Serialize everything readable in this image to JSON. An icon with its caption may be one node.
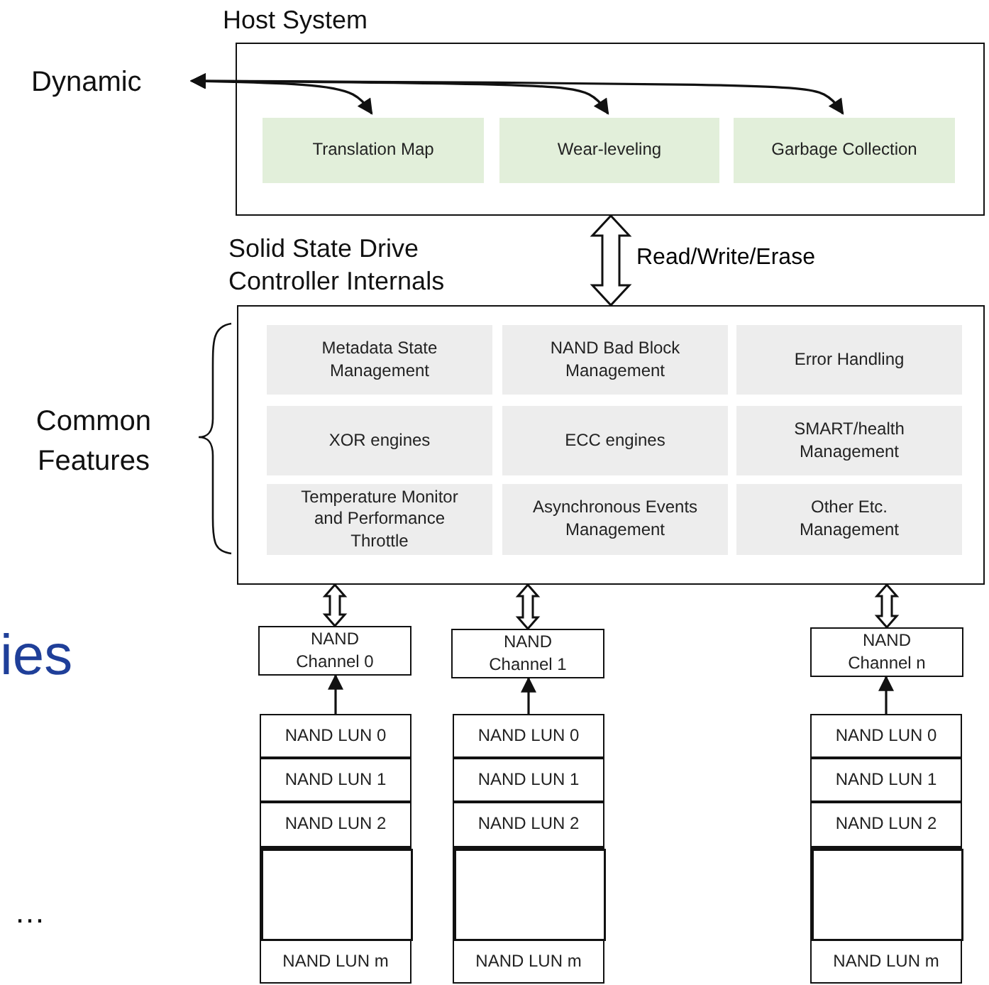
{
  "diagram": {
    "nodes": [
      {
        "text": [
          "Dynamic"
        ]
      },
      {
        "text": [
          "Host System"
        ]
      },
      {
        "text": [
          "Translation Map"
        ],
        "in": 1
      },
      {
        "text": [
          "Wear-leveling"
        ],
        "in": 1
      },
      {
        "text": [
          "Garbage Collection"
        ],
        "in": 1
      },
      {
        "text": [
          "Solid State Drive Controller Internals"
        ]
      },
      {
        "text": [
          "Metadata State Management"
        ],
        "in": 5
      },
      {
        "text": [
          "NAND Bad Block Management"
        ],
        "in": 5
      },
      {
        "text": [
          "Error Handling"
        ],
        "in": 5
      },
      {
        "text": [
          "XOR engines"
        ],
        "in": 5
      },
      {
        "text": [
          "ECC engines"
        ],
        "in": 5
      },
      {
        "text": [
          "SMART/health Management"
        ],
        "in": 5
      },
      {
        "text": [
          "Temperature Monitor and Performance Throttle"
        ],
        "in": 5
      },
      {
        "text": [
          "Asynchronous Events Management"
        ],
        "in": 5
      },
      {
        "text": [
          "Other Etc. Management"
        ],
        "in": 5
      },
      {
        "text": [
          "NAND Channel 0"
        ]
      },
      {
        "text": [
          "NAND Channel 1"
        ]
      },
      {
        "text": [
          "NAND Channel n"
        ]
      },
      {
        "text": [
          "NAND LUN 0"
        ]
      },
      {
        "text": [
          "NAND LUN 1"
        ]
      },
      {
        "text": [
          "NAND LUN 2"
        ]
      },
      {
        "text": [],
        "shape": "box"
      },
      {
        "text": [
          "NAND LUN m"
        ]
      },
      {
        "text": [
          "NAND LUN 0"
        ]
      },
      {
        "text": [
          "NAND LUN 1"
        ]
      },
      {
        "text": [
          "NAND LUN 2"
        ]
      },
      {
        "text": [],
        "shape": "box"
      },
      {
        "text": [
          "NAND LUN m"
        ]
      },
      {
        "text": [
          "NAND LUN 0"
        ]
      },
      {
        "text": [
          "NAND LUN 1"
        ]
      },
      {
        "text": [
          "NAND LUN 2"
        ]
      },
      {
        "text": [],
        "shape": "box"
      },
      {
        "text": [
          "NAND LUN m"
        ]
      }
    ],
    "edges": [
      {
        "from": 0,
        "to": 2,
        "arrow": "both"
      },
      {
        "from": 0,
        "to": 3,
        "arrow": "both"
      },
      {
        "from": 0,
        "to": 4,
        "arrow": "both"
      },
      {
        "from": 1,
        "to": 5,
        "arrow": "both",
        "label": "Read/Write/Erase",
        "style": "thick"
      },
      {
        "from": 5,
        "to": 15,
        "arrow": "both",
        "style": "thick"
      },
      {
        "from": 5,
        "to": 16,
        "arrow": "both",
        "style": "thick"
      },
      {
        "from": 5,
        "to": 17,
        "arrow": "both",
        "style": "thick"
      },
      {
        "from": 18,
        "to": 15,
        "arrow": "to"
      },
      {
        "from": 23,
        "to": 16,
        "arrow": "to"
      },
      {
        "from": 28,
        "to": 17,
        "arrow": "to"
      }
    ],
    "labels": [
      "Common Features",
      "ies",
      "…"
    ]
  }
}
